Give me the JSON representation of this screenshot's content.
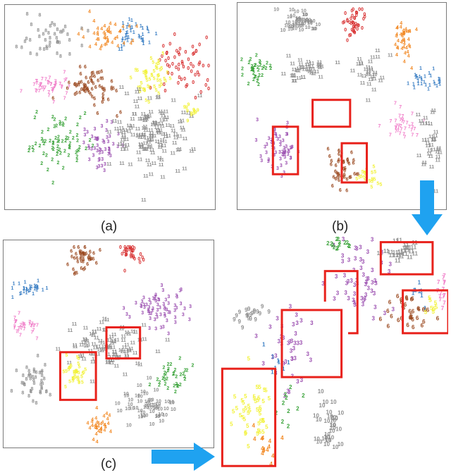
{
  "figure": {
    "captions": [
      "(a)",
      "(b)",
      "(c)"
    ]
  },
  "colors": {
    "gray": "#8f8f8f",
    "blue": "#3b7fc4",
    "orange": "#f28a26",
    "red": "#d62728",
    "yellow": "#f2f23a",
    "green": "#3aa33a",
    "purple": "#9b4fb0",
    "brown": "#9b4a21",
    "pink": "#f07cc8",
    "highlight_box": "#e8221c",
    "arrow": "#1fa2f0"
  },
  "chart_data": [
    {
      "type": "scatter",
      "panel": "(a)",
      "title": "",
      "xlabel": "",
      "ylabel": "",
      "grid": false,
      "legend": "none",
      "clusters": [
        {
          "label": "1",
          "color": "blue",
          "center": [
            0.62,
            0.15
          ],
          "spread": [
            0.09,
            0.06
          ],
          "n": 40
        },
        {
          "label": "4",
          "color": "orange",
          "center": [
            0.48,
            0.15
          ],
          "spread": [
            0.1,
            0.07
          ],
          "n": 45
        },
        {
          "label": "0",
          "color": "red",
          "center": [
            0.84,
            0.3
          ],
          "spread": [
            0.1,
            0.12
          ],
          "n": 60
        },
        {
          "label": "5",
          "color": "yellow",
          "center": [
            0.7,
            0.37
          ],
          "spread": [
            0.08,
            0.09
          ],
          "n": 50
        },
        {
          "label": "7",
          "color": "pink",
          "center": [
            0.2,
            0.4
          ],
          "spread": [
            0.09,
            0.07
          ],
          "n": 45
        },
        {
          "label": "6",
          "color": "brown",
          "center": [
            0.42,
            0.4
          ],
          "spread": [
            0.1,
            0.08
          ],
          "n": 70
        },
        {
          "label": "2",
          "color": "green",
          "center": [
            0.25,
            0.68
          ],
          "spread": [
            0.12,
            0.12
          ],
          "n": 70
        },
        {
          "label": "3",
          "color": "purple",
          "center": [
            0.45,
            0.72
          ],
          "spread": [
            0.08,
            0.1
          ],
          "n": 50
        },
        {
          "label": "11",
          "color": "gray",
          "center": [
            0.7,
            0.65
          ],
          "spread": [
            0.18,
            0.18
          ],
          "n": 150
        },
        {
          "label": "8",
          "color": "gray",
          "center": [
            0.22,
            0.18
          ],
          "spread": [
            0.16,
            0.1
          ],
          "n": 45
        },
        {
          "label": "9",
          "color": "yellow",
          "center": [
            0.88,
            0.52
          ],
          "spread": [
            0.04,
            0.04
          ],
          "n": 12
        }
      ]
    },
    {
      "type": "scatter",
      "panel": "(b)",
      "title": "",
      "xlabel": "",
      "ylabel": "",
      "grid": false,
      "legend": "none",
      "clusters": [
        {
          "label": "0",
          "color": "red",
          "center": [
            0.55,
            0.1
          ],
          "spread": [
            0.05,
            0.08
          ],
          "n": 40
        },
        {
          "label": "10",
          "color": "gray",
          "center": [
            0.3,
            0.1
          ],
          "spread": [
            0.08,
            0.05
          ],
          "n": 40
        },
        {
          "label": "4",
          "color": "orange",
          "center": [
            0.8,
            0.18
          ],
          "spread": [
            0.05,
            0.08
          ],
          "n": 40
        },
        {
          "label": "1",
          "color": "blue",
          "center": [
            0.9,
            0.38
          ],
          "spread": [
            0.07,
            0.04
          ],
          "n": 30
        },
        {
          "label": "2",
          "color": "green",
          "center": [
            0.08,
            0.32
          ],
          "spread": [
            0.06,
            0.07
          ],
          "n": 35
        },
        {
          "label": "11",
          "color": "gray",
          "center": [
            0.33,
            0.33
          ],
          "spread": [
            0.1,
            0.05
          ],
          "n": 40
        },
        {
          "label": "11",
          "color": "gray",
          "center": [
            0.62,
            0.35
          ],
          "spread": [
            0.06,
            0.1
          ],
          "n": 30
        },
        {
          "label": "3",
          "color": "purple",
          "center": [
            0.2,
            0.7
          ],
          "spread": [
            0.07,
            0.12
          ],
          "n": 60
        },
        {
          "label": "6",
          "color": "brown",
          "center": [
            0.5,
            0.8
          ],
          "spread": [
            0.05,
            0.1
          ],
          "n": 45
        },
        {
          "label": "7",
          "color": "pink",
          "center": [
            0.78,
            0.6
          ],
          "spread": [
            0.08,
            0.07
          ],
          "n": 35
        },
        {
          "label": "11",
          "color": "gray",
          "center": [
            0.92,
            0.7
          ],
          "spread": [
            0.05,
            0.12
          ],
          "n": 35
        },
        {
          "label": "5",
          "color": "yellow",
          "center": [
            0.62,
            0.85
          ],
          "spread": [
            0.05,
            0.04
          ],
          "n": 20
        }
      ]
    },
    {
      "type": "scatter",
      "panel": "(c)",
      "title": "",
      "xlabel": "",
      "ylabel": "",
      "grid": false,
      "legend": "none",
      "clusters": [
        {
          "label": "6",
          "color": "brown",
          "center": [
            0.38,
            0.1
          ],
          "spread": [
            0.05,
            0.07
          ],
          "n": 45
        },
        {
          "label": "0",
          "color": "red",
          "center": [
            0.61,
            0.07
          ],
          "spread": [
            0.05,
            0.05
          ],
          "n": 30
        },
        {
          "label": "1",
          "color": "blue",
          "center": [
            0.13,
            0.24
          ],
          "spread": [
            0.08,
            0.04
          ],
          "n": 30
        },
        {
          "label": "7",
          "color": "pink",
          "center": [
            0.1,
            0.42
          ],
          "spread": [
            0.07,
            0.04
          ],
          "n": 30
        },
        {
          "label": "3",
          "color": "purple",
          "center": [
            0.75,
            0.33
          ],
          "spread": [
            0.12,
            0.08
          ],
          "n": 70
        },
        {
          "label": "11",
          "color": "gray",
          "center": [
            0.5,
            0.52
          ],
          "spread": [
            0.18,
            0.1
          ],
          "n": 100
        },
        {
          "label": "8",
          "color": "gray",
          "center": [
            0.15,
            0.68
          ],
          "spread": [
            0.07,
            0.1
          ],
          "n": 45
        },
        {
          "label": "5",
          "color": "yellow",
          "center": [
            0.34,
            0.65
          ],
          "spread": [
            0.05,
            0.07
          ],
          "n": 35
        },
        {
          "label": "2",
          "color": "green",
          "center": [
            0.8,
            0.67
          ],
          "spread": [
            0.08,
            0.06
          ],
          "n": 35
        },
        {
          "label": "10",
          "color": "gray",
          "center": [
            0.68,
            0.8
          ],
          "spread": [
            0.1,
            0.08
          ],
          "n": 50
        },
        {
          "label": "4",
          "color": "orange",
          "center": [
            0.46,
            0.9
          ],
          "spread": [
            0.05,
            0.06
          ],
          "n": 35
        }
      ]
    },
    {
      "type": "scatter",
      "panel": "zoom-b",
      "title": "",
      "xlabel": "",
      "ylabel": "",
      "grid": false,
      "legend": "none",
      "clusters": [
        {
          "label": "3",
          "color": "purple",
          "center": [
            0.3,
            0.4
          ],
          "spread": [
            0.22,
            0.3
          ],
          "n": 60
        },
        {
          "label": "2",
          "color": "green",
          "center": [
            0.15,
            0.08
          ],
          "spread": [
            0.1,
            0.05
          ],
          "n": 14
        },
        {
          "label": "11",
          "color": "gray",
          "center": [
            0.65,
            0.15
          ],
          "spread": [
            0.15,
            0.1
          ],
          "n": 25
        },
        {
          "label": "6",
          "color": "brown",
          "center": [
            0.7,
            0.75
          ],
          "spread": [
            0.15,
            0.15
          ],
          "n": 35
        },
        {
          "label": "7",
          "color": "pink",
          "center": [
            0.95,
            0.55
          ],
          "spread": [
            0.05,
            0.2
          ],
          "n": 15
        },
        {
          "label": "1",
          "color": "blue",
          "center": [
            0.78,
            0.55
          ],
          "spread": [
            0.05,
            0.1
          ],
          "n": 8
        },
        {
          "label": "5",
          "color": "yellow",
          "center": [
            0.88,
            0.65
          ],
          "spread": [
            0.05,
            0.08
          ],
          "n": 8
        }
      ]
    },
    {
      "type": "scatter",
      "panel": "zoom-c",
      "title": "",
      "xlabel": "",
      "ylabel": "",
      "grid": false,
      "legend": "none",
      "clusters": [
        {
          "label": "9",
          "color": "gray",
          "center": [
            0.25,
            0.1
          ],
          "spread": [
            0.12,
            0.08
          ],
          "n": 20
        },
        {
          "label": "5",
          "color": "yellow",
          "center": [
            0.28,
            0.65
          ],
          "spread": [
            0.14,
            0.18
          ],
          "n": 45
        },
        {
          "label": "3",
          "color": "purple",
          "center": [
            0.55,
            0.3
          ],
          "spread": [
            0.2,
            0.2
          ],
          "n": 40
        },
        {
          "label": "10",
          "color": "gray",
          "center": [
            0.85,
            0.75
          ],
          "spread": [
            0.1,
            0.18
          ],
          "n": 30
        },
        {
          "label": "4",
          "color": "orange",
          "center": [
            0.4,
            0.88
          ],
          "spread": [
            0.12,
            0.08
          ],
          "n": 14
        },
        {
          "label": "2",
          "color": "green",
          "center": [
            0.55,
            0.65
          ],
          "spread": [
            0.12,
            0.15
          ],
          "n": 10
        },
        {
          "label": "1",
          "color": "blue",
          "center": [
            0.5,
            0.4
          ],
          "spread": [
            0.1,
            0.1
          ],
          "n": 8
        }
      ]
    }
  ],
  "highlights": {
    "panel_b": [
      {
        "frac": [
          0.36,
          0.47,
          0.54,
          0.6
        ]
      },
      {
        "frac": [
          0.17,
          0.6,
          0.29,
          0.83
        ]
      },
      {
        "frac": [
          0.5,
          0.68,
          0.62,
          0.87
        ]
      }
    ],
    "panel_c": [
      {
        "frac": [
          0.49,
          0.42,
          0.65,
          0.57
        ]
      },
      {
        "frac": [
          0.27,
          0.54,
          0.44,
          0.77
        ]
      }
    ],
    "zoom_b": [
      {
        "frac": [
          0.48,
          0.05,
          0.88,
          0.35
        ]
      },
      {
        "frac": [
          0.05,
          0.32,
          0.3,
          0.9
        ]
      },
      {
        "frac": [
          0.65,
          0.5,
          1.0,
          0.9
        ]
      }
    ],
    "zoom_c": [
      {
        "frac": [
          0.5,
          0.05,
          0.95,
          0.45
        ]
      },
      {
        "frac": [
          0.05,
          0.4,
          0.45,
          0.98
        ]
      }
    ]
  }
}
